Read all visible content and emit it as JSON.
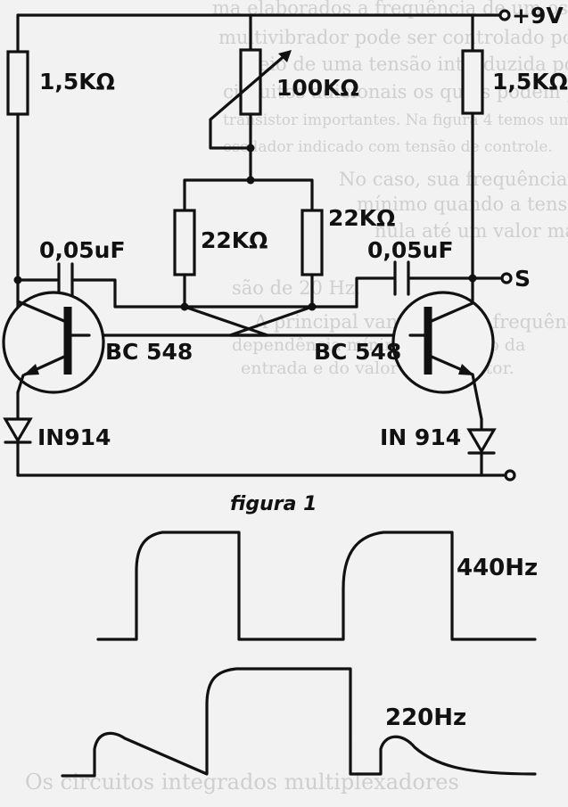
{
  "figure": {
    "caption": "figura 1",
    "labels": {
      "supply": "+9V",
      "output": "S",
      "r_left": "1,5KΩ",
      "r_right": "1,5KΩ",
      "pot": "100KΩ",
      "r_bias_left": "22KΩ",
      "r_bias_right": "22KΩ",
      "c_left": "0,05uF",
      "c_right": "0,05uF",
      "q_left": "BC 548",
      "q_right": "BC 548",
      "d_left": "IN914",
      "d_right": "IN 914"
    }
  },
  "waveforms": {
    "top_label": "440Hz",
    "bottom_label": "220Hz"
  },
  "background_text": [
    "ma elaborados a frequência de um osci-",
    "multivibrador pode ser controlado por",
    "meio de uma tensão introduzida por",
    "circuitos adicionais os quais podem produ-",
    "transistor importantes. Na figura 4 temos um",
    "oscilador indicado com tensão de controle.",
    "No caso, sua frequência de um certo",
    "mínimo quando a tensão de controle é",
    "nula até um valor máximo em um certo",
    "são de 20 Hz.",
    "A principal vantagem na frequência",
    "dependência mínima do estado da",
    "entrada e do valor do capacitor.",
    "Os circuitos integrados multiplexadores"
  ]
}
